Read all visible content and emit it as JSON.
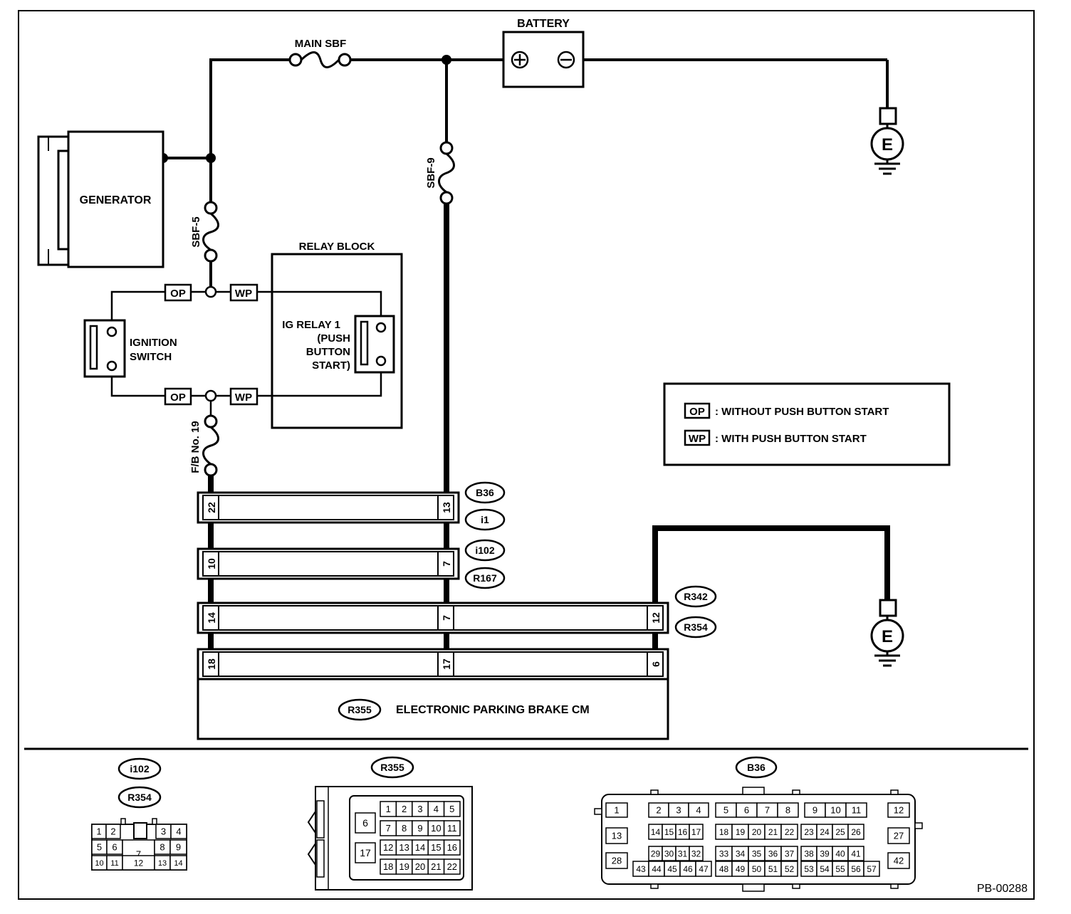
{
  "labels": {
    "battery": "BATTERY",
    "main_sbf": "MAIN SBF",
    "generator": "GENERATOR",
    "sbf5": "SBF-5",
    "sbf9": "SBF-9",
    "relay_block": "RELAY BLOCK",
    "ig_relay_line1": "IG RELAY 1",
    "ig_relay_line2": "(PUSH",
    "ig_relay_line3": "BUTTON",
    "ig_relay_line4": "START)",
    "ignition_line1": "IGNITION",
    "ignition_line2": "SWITCH",
    "fb19": "F/B No. 19",
    "op": "OP",
    "wp": "WP",
    "ground": "E",
    "epb_cm": "ELECTRONIC PARKING BRAKE CM",
    "figure_id": "PB-00288"
  },
  "legend": {
    "op_code": "OP",
    "op_text": ": WITHOUT PUSH BUTTON START",
    "wp_code": "WP",
    "wp_text": ": WITH PUSH BUTTON START"
  },
  "connectors": {
    "b36": "B36",
    "i1": "i1",
    "i102": "i102",
    "r167": "R167",
    "r342": "R342",
    "r354": "R354",
    "r355": "R355"
  },
  "pins": {
    "b36_left": "22",
    "b36_right": "13",
    "i102_left": "10",
    "i102_right": "7",
    "r342_left": "14",
    "r342_mid": "7",
    "r342_right": "12",
    "r355_left": "18",
    "r355_mid": "17",
    "r355_right": "6"
  },
  "connector_faces": {
    "i102_r354": {
      "tags": [
        "i102",
        "R354"
      ],
      "pins": [
        [
          "1",
          "2",
          "3",
          "4"
        ],
        [
          "5",
          "6",
          "7",
          "8",
          "9"
        ],
        [
          "10",
          "11",
          "12",
          "13",
          "14"
        ]
      ]
    },
    "r355": {
      "tag": "R355",
      "side_pins": [
        "6",
        "17"
      ],
      "pins": [
        [
          "1",
          "2",
          "3",
          "4",
          "5"
        ],
        [
          "7",
          "8",
          "9",
          "10",
          "11"
        ],
        [
          "12",
          "13",
          "14",
          "15",
          "16"
        ],
        [
          "18",
          "19",
          "20",
          "21",
          "22"
        ]
      ]
    },
    "b36": {
      "tag": "B36",
      "pins": {
        "row1": [
          "1",
          "2",
          "3",
          "4",
          "5",
          "6",
          "7",
          "8",
          "9",
          "10",
          "11",
          "12"
        ],
        "row2": [
          "13",
          "14",
          "15",
          "16",
          "17",
          "18",
          "19",
          "20",
          "21",
          "22",
          "23",
          "24",
          "25",
          "26",
          "27"
        ],
        "row3": [
          "28",
          "29",
          "30",
          "31",
          "32",
          "33",
          "34",
          "35",
          "36",
          "37",
          "38",
          "39",
          "40",
          "41",
          "42"
        ],
        "row4": [
          "43",
          "44",
          "45",
          "46",
          "47",
          "48",
          "49",
          "50",
          "51",
          "52",
          "53",
          "54",
          "55",
          "56",
          "57"
        ]
      }
    }
  }
}
